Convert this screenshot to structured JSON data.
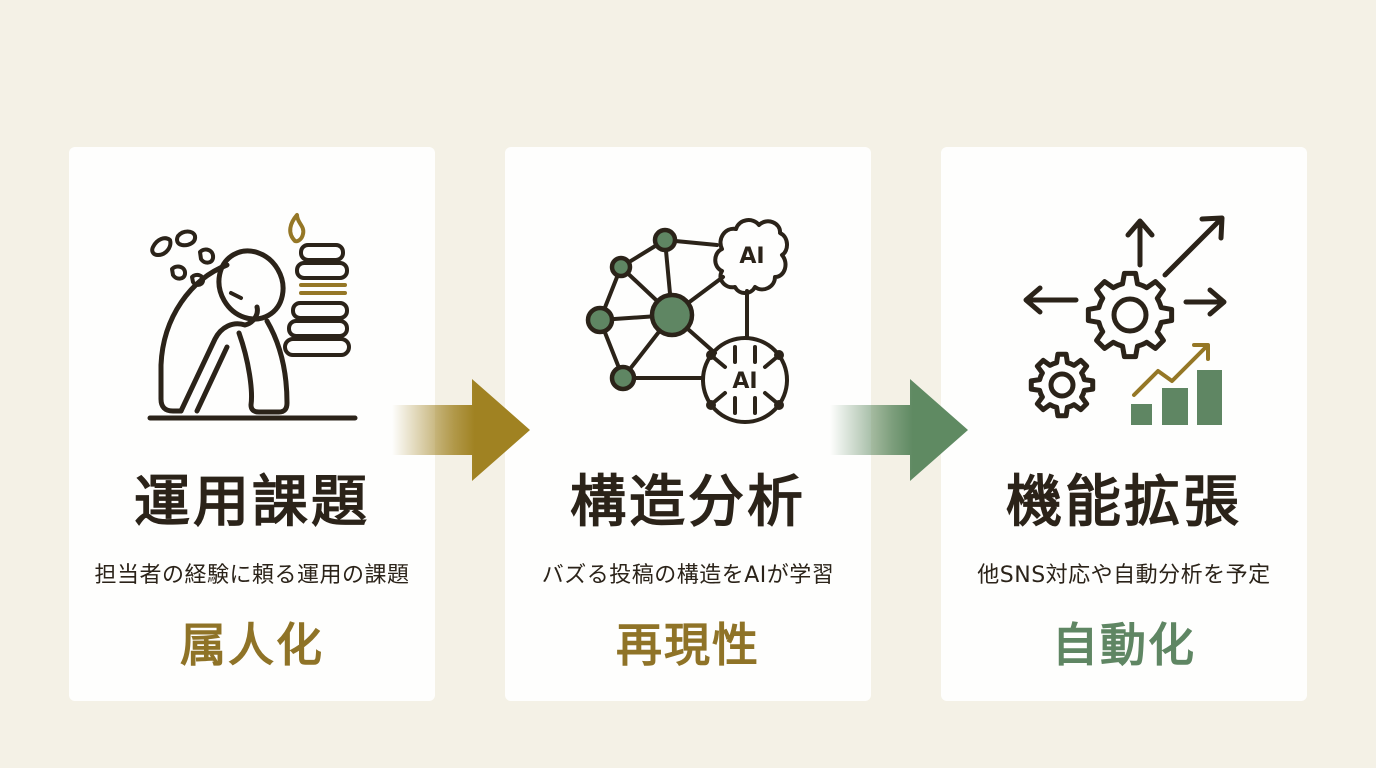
{
  "colors": {
    "background": "#f4f1e6",
    "card": "#fefefd",
    "ink": "#2b2319",
    "gold": "#957726",
    "green": "#5f8663"
  },
  "steps": [
    {
      "icon": "stressed-person-with-document-stack-icon",
      "title": "運用課題",
      "description": "担当者の経験に頼る運用の課題",
      "keyword": "属人化",
      "keyword_color": "#8f7327"
    },
    {
      "icon": "ai-network-analysis-icon",
      "brain_label": "AI",
      "chip_label": "AI",
      "title": "構造分析",
      "description": "バズる投稿の構造をAIが学習",
      "keyword": "再現性",
      "keyword_color": "#8f7327"
    },
    {
      "icon": "gears-growth-expansion-icon",
      "title": "機能拡張",
      "description": "他SNS対応や自動分析を予定",
      "keyword": "自動化",
      "keyword_color": "#5f8663"
    }
  ],
  "connectors": [
    {
      "icon": "arrow-right-icon",
      "color": "#a08222"
    },
    {
      "icon": "arrow-right-icon",
      "color": "#5f8a62"
    }
  ]
}
